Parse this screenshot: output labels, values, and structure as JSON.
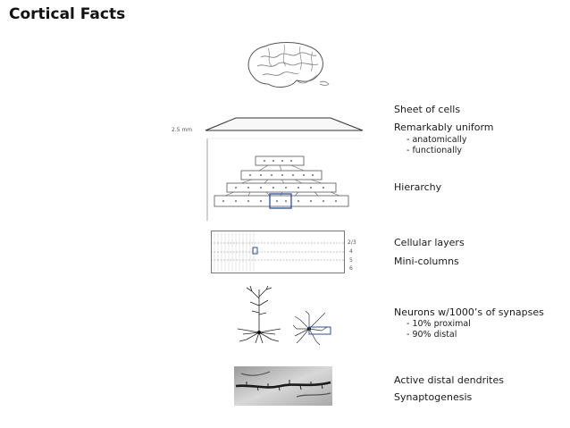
{
  "title": "Cortical Facts",
  "sheet_thickness": "2.5 mm",
  "layer_labels": [
    "2/3",
    "4",
    "5",
    "6"
  ],
  "facts": {
    "sheet": "Sheet of cells",
    "uniform": "Remarkably uniform",
    "uniform_sub": [
      "- anatomically",
      "- functionally"
    ],
    "hierarchy": "Hierarchy",
    "layers": "Cellular layers",
    "minicolumns": "Mini-columns",
    "neurons": "Neurons w/1000’s of synapses",
    "neurons_sub": [
      "- 10% proximal",
      "- 90% distal"
    ],
    "dendrites": "Active distal dendrites",
    "synaptogenesis": "Synaptogenesis"
  }
}
